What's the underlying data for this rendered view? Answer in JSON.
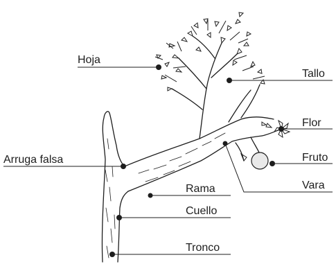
{
  "diagram": {
    "labels": {
      "hoja": "Hoja",
      "tallo": "Tallo",
      "flor": "Flor",
      "arruga_falsa": "Arruga falsa",
      "fruto": "Fruto",
      "rama": "Rama",
      "vara": "Vara",
      "cuello": "Cuello",
      "tronco": "Tronco"
    },
    "colors": {
      "ink": "#1d1d1d",
      "background": "#ffffff",
      "fruit_fill": "#e9e9e9"
    }
  }
}
